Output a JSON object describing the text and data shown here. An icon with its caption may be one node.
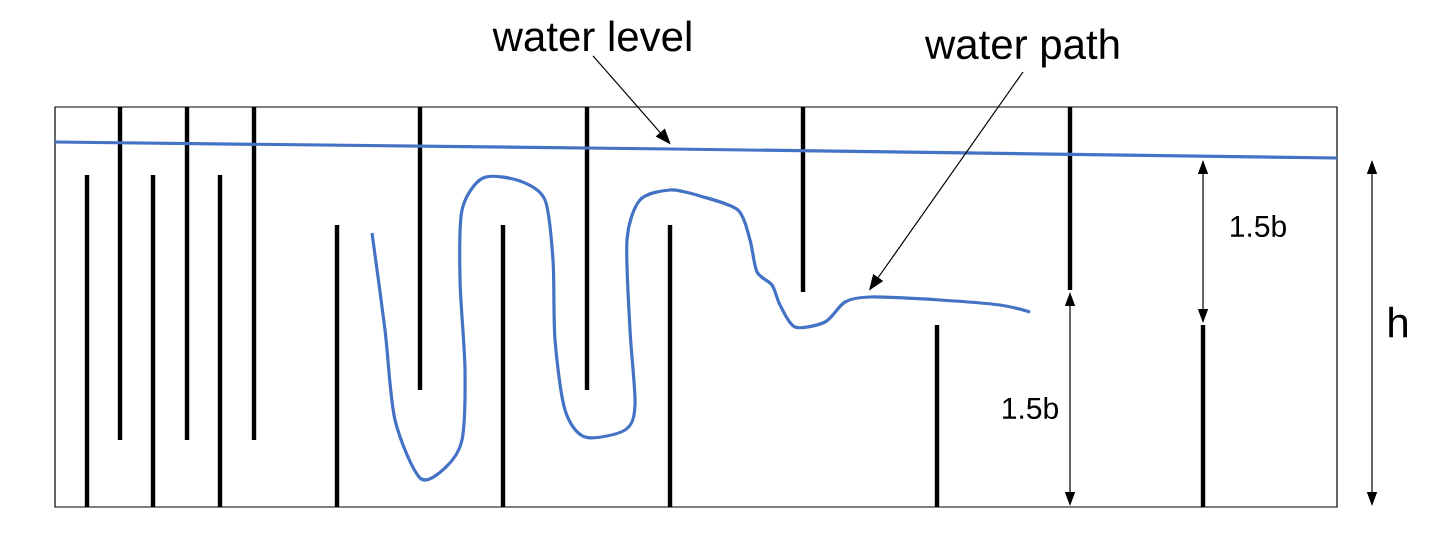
{
  "diagram": {
    "nodes": [
      {
        "text": [
          "water level"
        ]
      },
      {
        "text": [
          "water path"
        ]
      },
      {
        "text": [],
        "shape": "line"
      },
      {
        "text": [],
        "shape": "curve"
      }
    ],
    "edges": [
      {
        "from": 0,
        "to": 2,
        "arrow": "to"
      },
      {
        "from": 1,
        "to": 3,
        "arrow": "to"
      }
    ],
    "labels": [
      "1.5b",
      "1.5b",
      "h"
    ]
  }
}
